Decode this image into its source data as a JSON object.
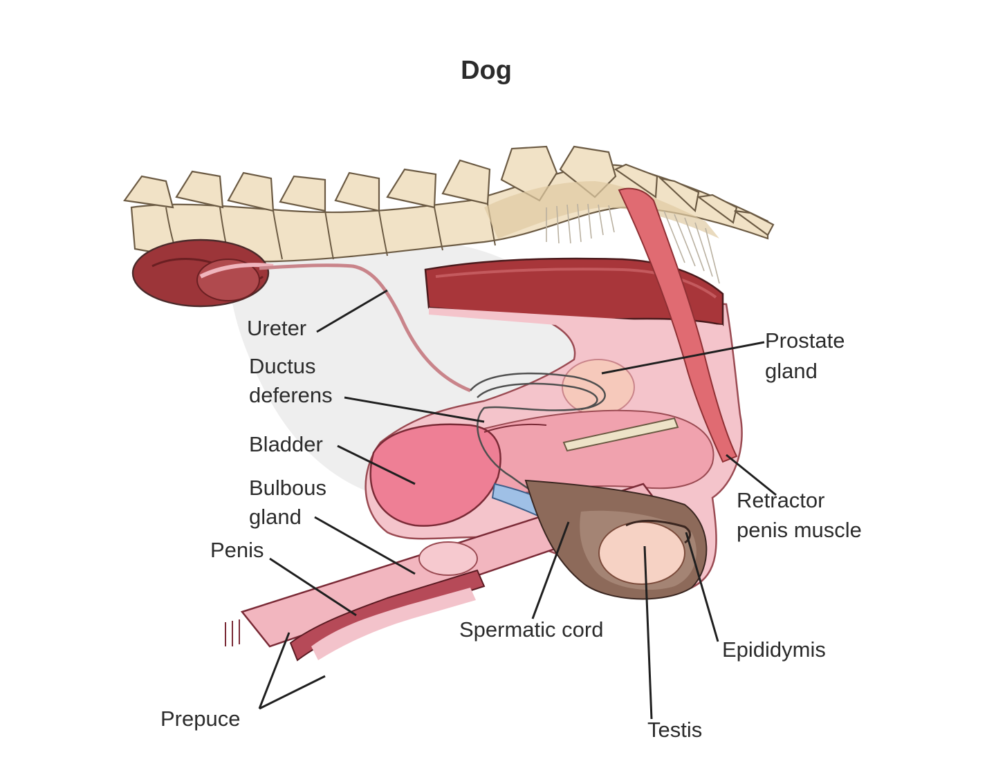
{
  "title": "Dog",
  "labels": {
    "ureter": "Ureter",
    "ductus_1": "Ductus",
    "ductus_2": "deferens",
    "bladder": "Bladder",
    "bulbous_1": "Bulbous",
    "bulbous_2": "gland",
    "penis": "Penis",
    "prepuce": "Prepuce",
    "spermatic_cord": "Spermatic cord",
    "testis": "Testis",
    "epididymis": "Epididymis",
    "retractor_1": "Retractor",
    "retractor_2": "penis muscle",
    "prostate_1": "Prostate",
    "prostate_2": "gland"
  },
  "colors": {
    "bone": "#f1e2c6",
    "tissue_pink": "#f2b6bf",
    "bladder": "#ee7f95",
    "rectum": "#a8363a",
    "kidney": "#8e2f33",
    "muscle": "#e0666e",
    "testis": "#f6d2c4",
    "spermatic_cord": "#9fc0e6"
  }
}
